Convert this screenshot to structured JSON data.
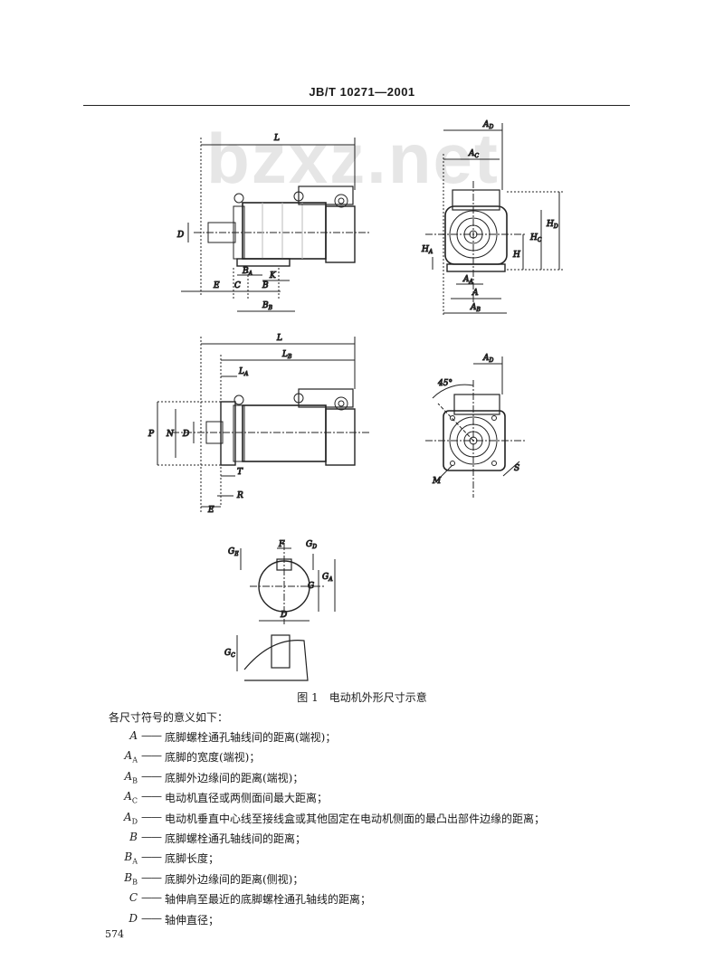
{
  "header": {
    "standard": "JB/T 10271—2001"
  },
  "watermark": {
    "text": "bzxz.net"
  },
  "figure": {
    "caption": "图 1　电动机外形尺寸示意",
    "labels": {
      "L": "L",
      "D": "D",
      "E": "E",
      "C": "C",
      "B": "B",
      "BA": "B",
      "BAsub": "A",
      "K": "K",
      "BB": "B",
      "BBsub": "B",
      "AD": "A",
      "ADsub": "D",
      "AC": "A",
      "ACsub": "C",
      "HA": "H",
      "HAsub": "A",
      "H": "H",
      "HC": "H",
      "HCsub": "C",
      "HD": "H",
      "HDsub": "D",
      "AA": "A",
      "AAsub": "A",
      "A": "A",
      "AB": "A",
      "ABsub": "B",
      "L2": "L",
      "LB": "L",
      "LBsub": "B",
      "LA": "L",
      "LAsub": "A",
      "P": "P",
      "N": "N",
      "D2": "D",
      "T": "T",
      "R": "R",
      "E2": "E",
      "AD2": "A",
      "AD2sub": "D",
      "deg": "45°",
      "M": "M",
      "S": "S",
      "GE": "G",
      "GEsub": "E",
      "F": "F",
      "GD": "G",
      "GDsub": "D",
      "G": "G",
      "GA": "G",
      "GAsub": "A",
      "D3": "D",
      "GC": "G",
      "GCsub": "C"
    }
  },
  "intro": "各尺寸符号的意义如下：",
  "definitions": [
    {
      "sym": "A",
      "sub": "",
      "dash": "——",
      "text": "底脚螺栓通孔轴线间的距离(端视)；"
    },
    {
      "sym": "A",
      "sub": "A",
      "dash": "——",
      "text": "底脚的宽度(端视)；"
    },
    {
      "sym": "A",
      "sub": "B",
      "dash": "——",
      "text": "底脚外边缘间的距离(端视)；"
    },
    {
      "sym": "A",
      "sub": "C",
      "dash": "——",
      "text": "电动机直径或两侧面间最大距离；"
    },
    {
      "sym": "A",
      "sub": "D",
      "dash": "——",
      "text": "电动机垂直中心线至接线盒或其他固定在电动机侧面的最凸出部件边缘的距离；"
    },
    {
      "sym": "B",
      "sub": "",
      "dash": "——",
      "text": "底脚螺栓通孔轴线间的距离；"
    },
    {
      "sym": "B",
      "sub": "A",
      "dash": "——",
      "text": "底脚长度；"
    },
    {
      "sym": "B",
      "sub": "B",
      "dash": "——",
      "text": "底脚外边缘间的距离(侧视)；"
    },
    {
      "sym": "C",
      "sub": "",
      "dash": "——",
      "text": "轴伸肩至最近的底脚螺栓通孔轴线的距离；"
    },
    {
      "sym": "D",
      "sub": "",
      "dash": "——",
      "text": "轴伸直径；"
    }
  ],
  "page_number": "574"
}
